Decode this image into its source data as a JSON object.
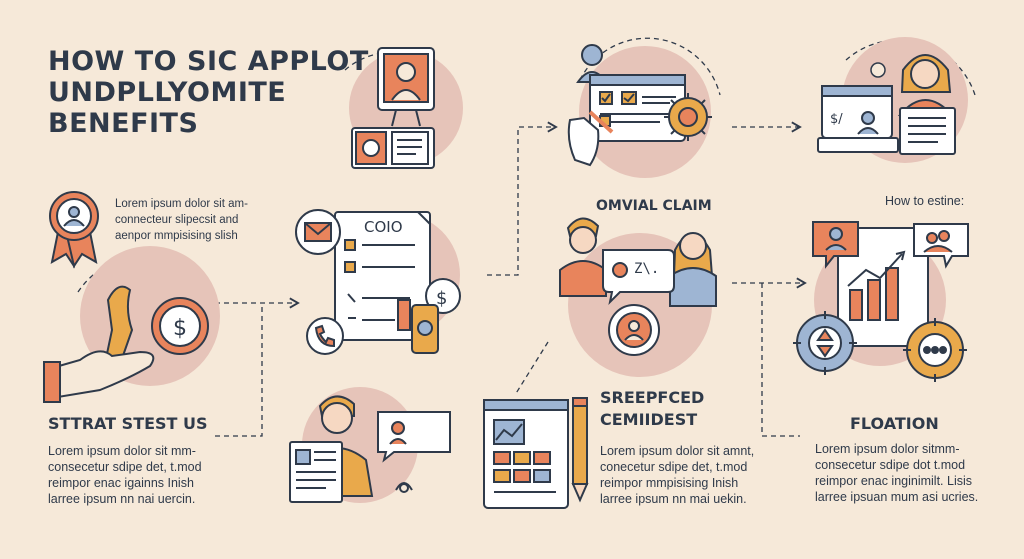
{
  "title": {
    "line1": "HOW TO SIC APPLOT",
    "line2": "UNDPLLYOMITE",
    "line3": "BENEFITS"
  },
  "intro": {
    "line1": "Lorem ipsum dolor sit am-",
    "line2": "connecteur slipecsit and",
    "line3": "aenpor mmpisising slish"
  },
  "left_section": {
    "heading": "STTRAT STEST US",
    "line1": "Lorem ipsum dolor sit mm-",
    "line2": "consecetur sdipe det, t.mod",
    "line3": "reimpor enac igainns Inish",
    "line4": "larree ipsum nn nai uercin."
  },
  "document_card": {
    "label": "COIO"
  },
  "middle_top": {
    "heading": "OMVIAL CLAIM"
  },
  "speech_bubble": {
    "text": "Z\\."
  },
  "middle_section": {
    "heading_line1": "SREEPFCED",
    "heading_line2": "CEMIIDEST",
    "line1": "Lorem ipsum dolor sit amnt,",
    "line2": "conecetur sdipe det, t.mod",
    "line3": "reimpor mmpisising Inish",
    "line4": "larree ipsum nn mai uekin."
  },
  "right_top": {
    "label": "How to estine:"
  },
  "right_section": {
    "heading": "FLOATION",
    "line1": "Lorem ipsum dolor sitmm-",
    "line2": "consecetur sdipe dot t.mod",
    "line3": "reimpor enac inginimilt. Lisis",
    "line4": "larree ipsuan mum asi ucries."
  },
  "browser_card": {
    "label": "$/"
  },
  "colors": {
    "background": "#f6e9d9",
    "circle": "#e6c4b9",
    "outline": "#2f3a4a",
    "accent_orange": "#e8845c",
    "accent_blue": "#9eb5d3",
    "accent_yellow": "#e9a94b"
  }
}
